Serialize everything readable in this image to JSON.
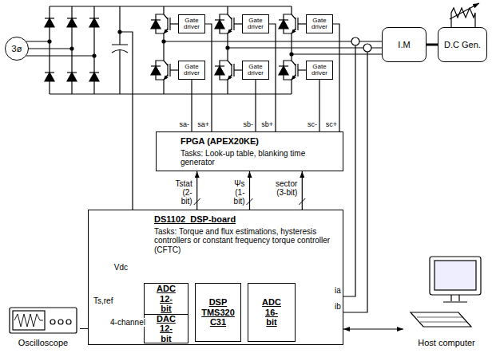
{
  "diagram": {
    "nodes": [
      {
        "text": [
          "3ø"
        ]
      },
      {
        "text": [
          "Gate driver"
        ]
      },
      {
        "text": [
          "Gate driver"
        ]
      },
      {
        "text": [
          "Gate driver"
        ]
      },
      {
        "text": [
          "Gate driver"
        ]
      },
      {
        "text": [
          "Gate driver"
        ]
      },
      {
        "text": [
          "Gate driver"
        ]
      },
      {
        "text": [
          "I.M"
        ]
      },
      {
        "text": [
          "D.C Gen."
        ]
      },
      {
        "text": [
          "FPGA (APEX20KE)",
          "Tasks: Look-up table, blanking time generator"
        ]
      },
      {
        "text": [
          "DS1102_DSP-board",
          "Tasks: Torque and flux estimations, hysteresis controllers or constant frequency torque controller (CFTC)"
        ]
      },
      {
        "text": [
          "ADC 12-bit"
        ],
        "in": 10
      },
      {
        "text": [
          "DAC 12-bit"
        ],
        "in": 10
      },
      {
        "text": [
          "DSP TMS320 C31"
        ],
        "in": 10
      },
      {
        "text": [
          "ADC 16-bit"
        ],
        "in": 10
      },
      {
        "text": [
          "Oscilloscope"
        ]
      },
      {
        "text": [
          "Host computer"
        ]
      }
    ],
    "edges": [
      {
        "from": 9,
        "to": 4,
        "label": "sa-",
        "arrow": "none"
      },
      {
        "from": 9,
        "to": 1,
        "label": "sa+",
        "arrow": "none"
      },
      {
        "from": 9,
        "to": 5,
        "label": "sb-",
        "arrow": "none"
      },
      {
        "from": 9,
        "to": 2,
        "label": "sb+",
        "arrow": "none"
      },
      {
        "from": 9,
        "to": 6,
        "label": "sc-",
        "arrow": "none"
      },
      {
        "from": 9,
        "to": 3,
        "label": "sc+",
        "arrow": "none"
      },
      {
        "from": 10,
        "to": 9,
        "label": "Tstat (2-bit)",
        "arrow": "to"
      },
      {
        "from": 10,
        "to": 9,
        "label": "Ψs (1-bit)",
        "arrow": "to"
      },
      {
        "from": 10,
        "to": 9,
        "label": "sector (3-bit)",
        "arrow": "to"
      },
      {
        "from": 12,
        "to": 15,
        "label": "4-channel",
        "arrow": "none"
      },
      {
        "from": 10,
        "to": 16,
        "arrow": "both"
      },
      {
        "from": 7,
        "to": 8,
        "arrow": "none"
      }
    ],
    "labels": [
      "Vdc",
      "Ts,ref",
      "ia",
      "ib"
    ]
  }
}
